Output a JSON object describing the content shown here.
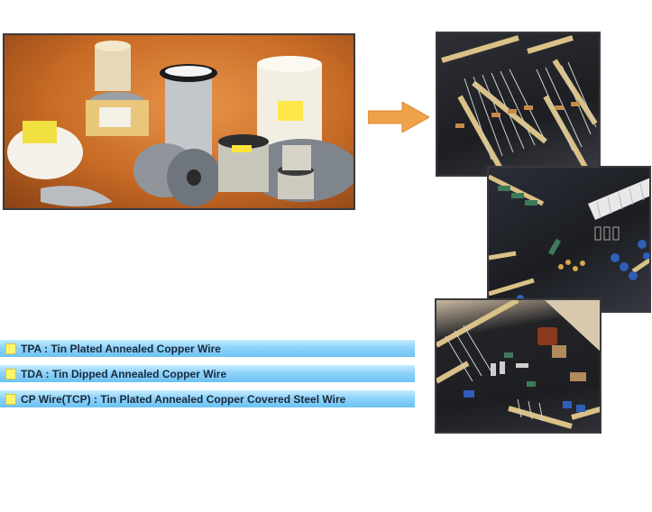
{
  "labels": [
    {
      "text": "TPA : Tin Plated Annealed Copper Wire"
    },
    {
      "text": "TDA : Tin Dipped Annealed Copper Wire"
    },
    {
      "text": "CP Wire(TCP) : Tin Plated Annealed Copper Covered Steel Wire"
    }
  ],
  "colors": {
    "arrow": "#f0a24a",
    "label_bar": "#8fd3fb",
    "bullet": "#fff56a"
  },
  "images": {
    "product_photo_icon": "wire-spools-photo-icon",
    "application_photos_icon": "electronic-components-photo-icon"
  }
}
